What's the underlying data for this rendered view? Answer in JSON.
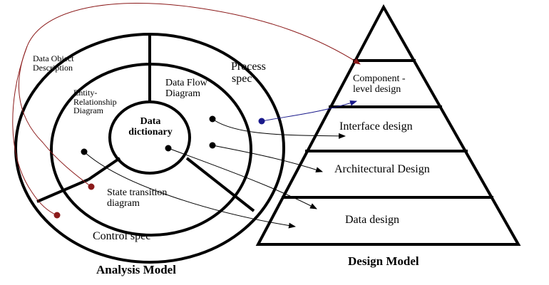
{
  "analysis_model": {
    "title": "Analysis Model",
    "data_object_description": [
      "Data Object",
      "Description"
    ],
    "process_spec": [
      "Process",
      "spec"
    ],
    "entity_relationship_diagram": [
      "Entity-",
      "Relationship",
      "Diagram"
    ],
    "data_flow_diagram": [
      "Data Flow",
      "Diagram"
    ],
    "data_dictionary": [
      "Data",
      "dictionary"
    ],
    "state_transition_diagram": [
      "State transition",
      "diagram"
    ],
    "control_spec": "Control spec"
  },
  "design_model": {
    "title": "Design Model",
    "layers": {
      "component": [
        "Component -",
        "level design"
      ],
      "interface": "Interface design",
      "architectural": "Architectural Design",
      "data": "Data design"
    }
  },
  "colors": {
    "outline": "#000000",
    "red_connector": "#8b1a1a",
    "blue_connector": "#1a1a8b"
  }
}
